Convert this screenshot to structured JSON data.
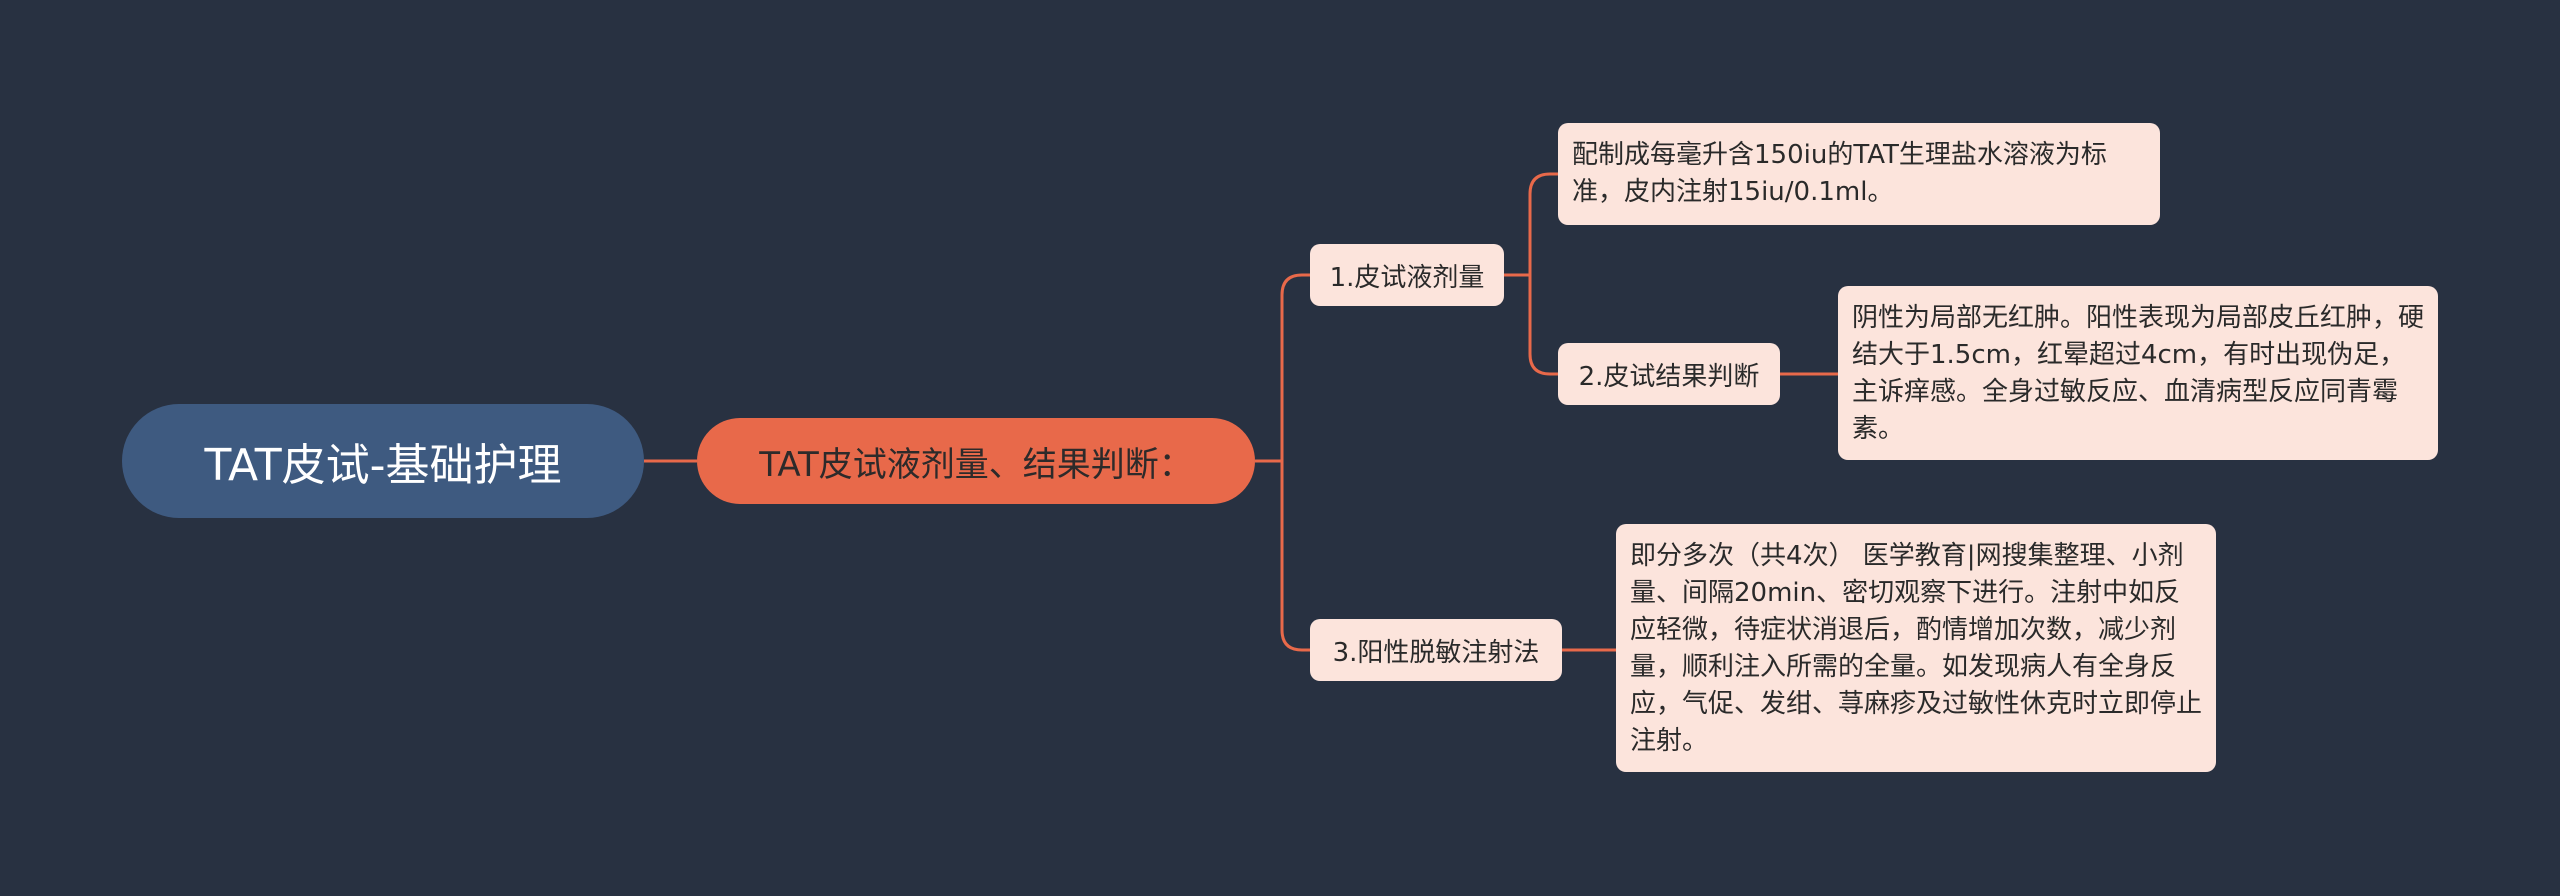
{
  "mindmap": {
    "root": {
      "label": "TAT皮试-基础护理"
    },
    "main_branch": {
      "label": "TAT皮试液剂量、结果判断："
    },
    "sub_1": {
      "label": "1.皮试液剂量",
      "leaf": "配制成每毫升含150iu的TAT生理盐水溶液为标准，皮内注射15iu/0.1ml。"
    },
    "sub_2": {
      "label": "2.皮试结果判断",
      "leaf": "阴性为局部无红肿。阳性表现为局部皮丘红肿，硬结大于1.5cm，红晕超过4cm，有时出现伪足，主诉痒感。全身过敏反应、血清病型反应同青霉素。"
    },
    "sub_3": {
      "label": "3.阳性脱敏注射法",
      "leaf": "即分多次（共4次） 医学教育|网搜集整理、小剂量、间隔20min、密切观察下进行。注射中如反应轻微，待症状消退后，酌情增加次数，减少剂量，顺利注入所需的全量。如发现病人有全身反应，气促、发绀、荨麻疹及过敏性休克时立即停止注射。"
    }
  },
  "colors": {
    "background": "#283141",
    "root": "#3e5a80",
    "main_branch": "#e8694a",
    "connector": "#e8694a",
    "node_fill": "#fce4dc"
  }
}
